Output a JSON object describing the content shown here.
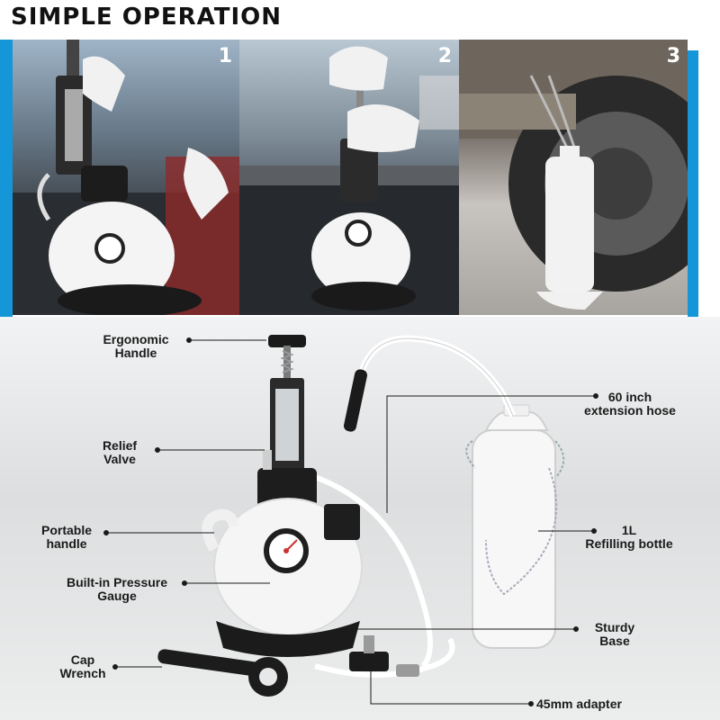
{
  "title": "SIMPLE OPERATION",
  "steps": [
    {
      "number": "1"
    },
    {
      "number": "2"
    },
    {
      "number": "3"
    }
  ],
  "labels": {
    "ergonomic_handle": [
      "Ergonomic",
      "Handle"
    ],
    "relief_valve": [
      "Relief",
      "Valve"
    ],
    "portable_handle": [
      "Portable",
      "handle"
    ],
    "pressure_gauge": [
      "Built-in Pressure",
      "Gauge"
    ],
    "cap_wrench": [
      "Cap",
      "Wrench"
    ],
    "extension_hose": [
      "60 inch",
      "extension hose"
    ],
    "refilling_bottle": [
      "1L",
      "Refilling bottle"
    ],
    "sturdy_base": [
      "Sturdy",
      "Base"
    ],
    "adapter": [
      "45mm adapter"
    ]
  },
  "colors": {
    "accent": "#1596d8",
    "text": "#1a1a1a"
  }
}
